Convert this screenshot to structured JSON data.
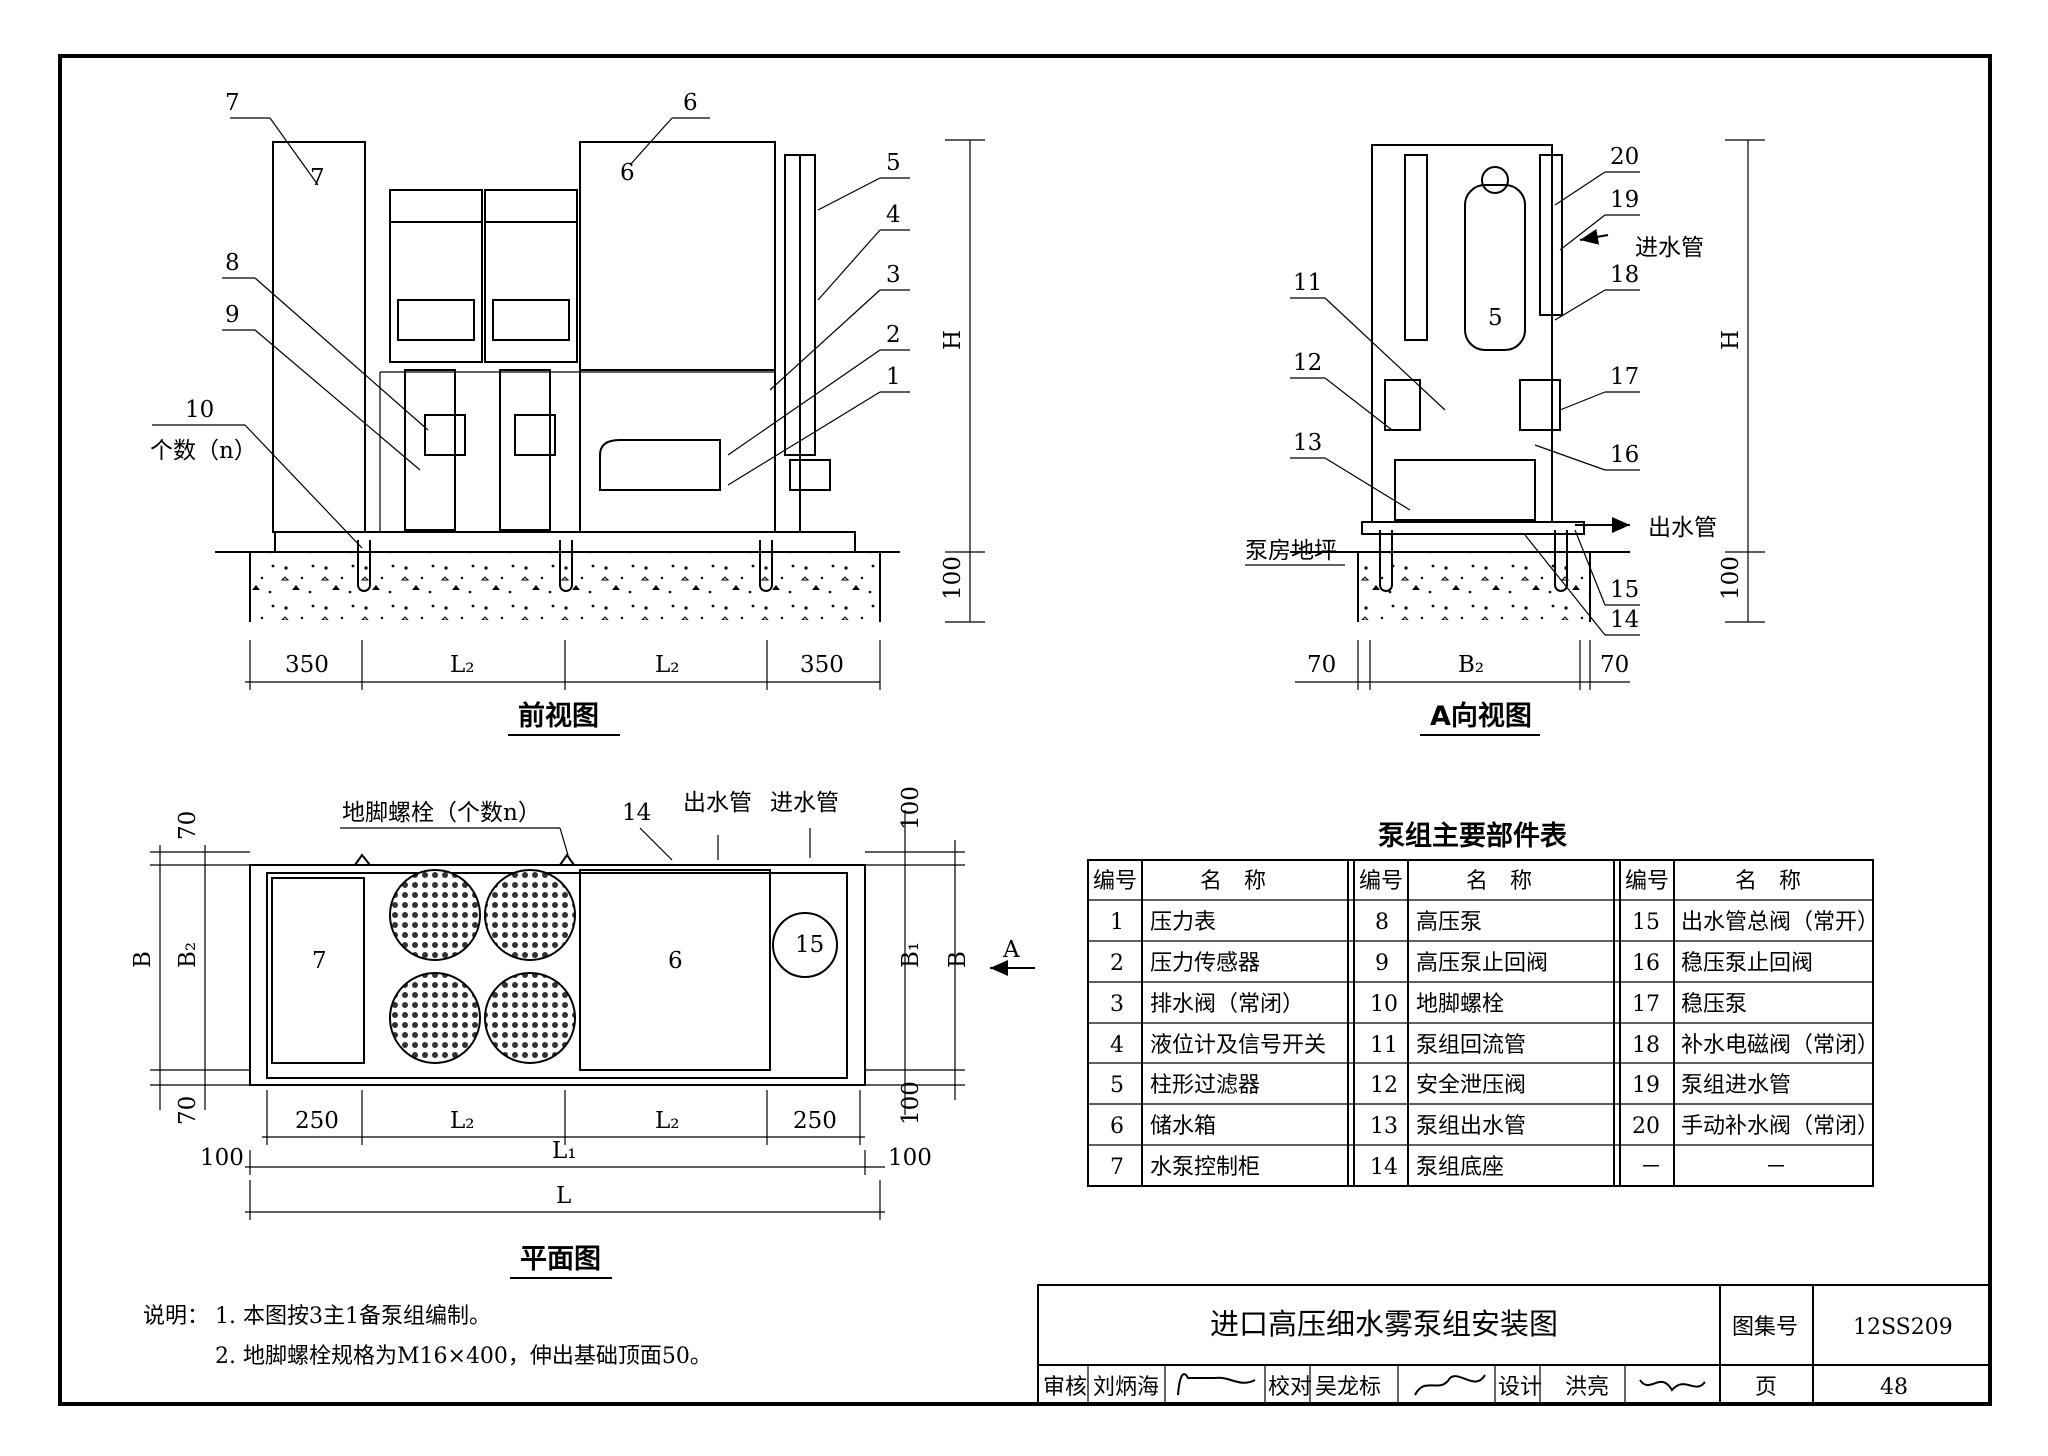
{
  "front_view": {
    "caption": "前视图",
    "callouts": [
      "1",
      "2",
      "3",
      "4",
      "5",
      "6",
      "7",
      "8",
      "9",
      "10"
    ],
    "callout_10_text": "个数（n）",
    "height_label": "H",
    "base_label": "100",
    "dims": [
      "350",
      "L₂",
      "L₂",
      "350"
    ],
    "cabinet_7": "7",
    "tank_6": "6"
  },
  "side_view": {
    "caption": "A向视图",
    "callouts": [
      "11",
      "12",
      "13",
      "20",
      "19",
      "18",
      "17",
      "16",
      "15",
      "14"
    ],
    "inlet": "进水管",
    "outlet": "出水管",
    "floor": "泵房地坪",
    "filter_5": "5",
    "height_label": "H",
    "base_label": "100",
    "dims": [
      "70",
      "B₂",
      "70"
    ]
  },
  "plan_view": {
    "caption": "平面图",
    "anchor_bolt": "地脚螺栓（个数n）",
    "callout_14": "14",
    "outlet": "出水管",
    "inlet": "进水管",
    "left_dims": [
      "70",
      "B",
      "B₂",
      "70"
    ],
    "right_dims": [
      "100",
      "B₁",
      "B",
      "100"
    ],
    "arrow_a": "A",
    "cabinet_7": "7",
    "tank_6": "6",
    "filter_15": "15",
    "bottom_dims_1": [
      "250",
      "L₂",
      "L₂",
      "250"
    ],
    "bottom_dims_2": [
      "100",
      "L₁",
      "100"
    ],
    "bottom_dims_3": "L"
  },
  "parts_table": {
    "title": "泵组主要部件表",
    "headers": [
      "编号",
      "名　称",
      "编号",
      "名　称",
      "编号",
      "名　称"
    ],
    "rows": [
      [
        "1",
        "压力表",
        "8",
        "高压泵",
        "15",
        "出水管总阀（常开）"
      ],
      [
        "2",
        "压力传感器",
        "9",
        "高压泵止回阀",
        "16",
        "稳压泵止回阀"
      ],
      [
        "3",
        "排水阀（常闭）",
        "10",
        "地脚螺栓",
        "17",
        "稳压泵"
      ],
      [
        "4",
        "液位计及信号开关",
        "11",
        "泵组回流管",
        "18",
        "补水电磁阀（常闭）"
      ],
      [
        "5",
        "柱形过滤器",
        "12",
        "安全泄压阀",
        "19",
        "泵组进水管"
      ],
      [
        "6",
        "储水箱",
        "13",
        "泵组出水管",
        "20",
        "手动补水阀（常闭）"
      ],
      [
        "7",
        "水泵控制柜",
        "14",
        "泵组底座",
        "－",
        "－"
      ]
    ]
  },
  "notes": {
    "prefix": "说明：",
    "items": [
      "1. 本图按3主1备泵组编制。",
      "2. 地脚螺栓规格为M16×400，伸出基础顶面50。"
    ]
  },
  "title_block": {
    "title": "进口高压细水雾泵组安装图",
    "atlas_label": "图集号",
    "atlas_no": "12SS209",
    "review_label": "审核",
    "reviewer": "刘炳海",
    "check_label": "校对",
    "checker": "吴龙标",
    "design_label": "设计",
    "designer": "洪亮",
    "page_label": "页",
    "page_no": "48"
  }
}
